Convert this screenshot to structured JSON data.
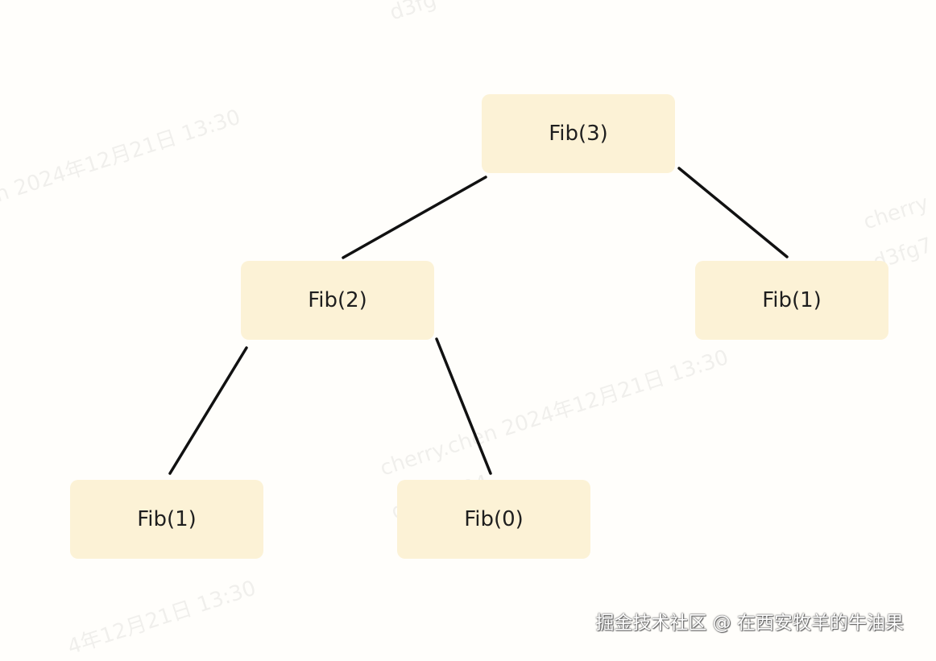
{
  "diagram": {
    "type": "tree",
    "nodes": [
      {
        "id": "n_root",
        "label": "Fib(3)"
      },
      {
        "id": "n_left",
        "label": "Fib(2)"
      },
      {
        "id": "n_right",
        "label": "Fib(1)"
      },
      {
        "id": "n_ll",
        "label": "Fib(1)"
      },
      {
        "id": "n_lr",
        "label": "Fib(0)"
      }
    ],
    "edges": [
      {
        "from": "n_root",
        "to": "n_left"
      },
      {
        "from": "n_root",
        "to": "n_right"
      },
      {
        "from": "n_left",
        "to": "n_ll"
      },
      {
        "from": "n_left",
        "to": "n_lr"
      }
    ],
    "colors": {
      "node_fill": "#fcf2d6",
      "edge": "#111111",
      "text": "#1f1f1f"
    }
  },
  "watermarks": {
    "line_top": "d3fg",
    "line_a": "n 2024年12月21日 13:30",
    "line_b": "cherry",
    "line_c": "d3fg7",
    "line_d": "cherry.chen 2024年12月21日 13:30",
    "line_e": "d3fg7984",
    "line_f": "4年12月21日 13:30"
  },
  "footer": {
    "attribution": "掘金技术社区 @ 在西安牧羊的牛油果"
  }
}
